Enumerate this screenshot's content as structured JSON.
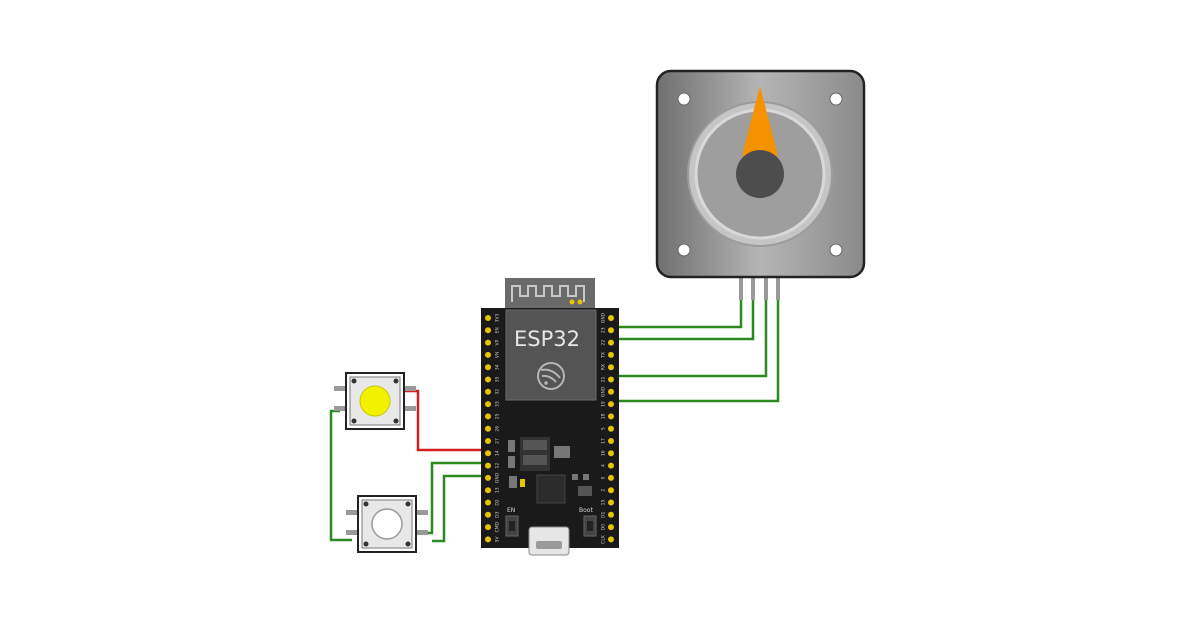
{
  "board": {
    "name": "ESP32",
    "button_en": "EN",
    "button_boot": "Boot",
    "left_pins": [
      "3V3",
      "EN",
      "VP",
      "VN",
      "34",
      "35",
      "32",
      "33",
      "25",
      "26",
      "27",
      "14",
      "12",
      "GND",
      "13",
      "D2",
      "D3",
      "CMD",
      "5V"
    ],
    "right_pins": [
      "GND",
      "23",
      "22",
      "TX",
      "RX",
      "21",
      "GND",
      "19",
      "18",
      "5",
      "17",
      "16",
      "4",
      "0",
      "2",
      "15",
      "D1",
      "D0",
      "CLK"
    ]
  },
  "colors": {
    "wire_signal": "#2a8a1f",
    "wire_power": "#d42020",
    "button_yellow": "#f2f200",
    "button_white": "#ffffff",
    "motor_needle": "#f59200",
    "board_body": "#1a1a1a",
    "pin_gold": "#e8c400"
  },
  "components": {
    "stepper_motor": "stepper-motor",
    "pushbutton_yellow": "pushbutton-yellow",
    "pushbutton_white": "pushbutton-white"
  }
}
